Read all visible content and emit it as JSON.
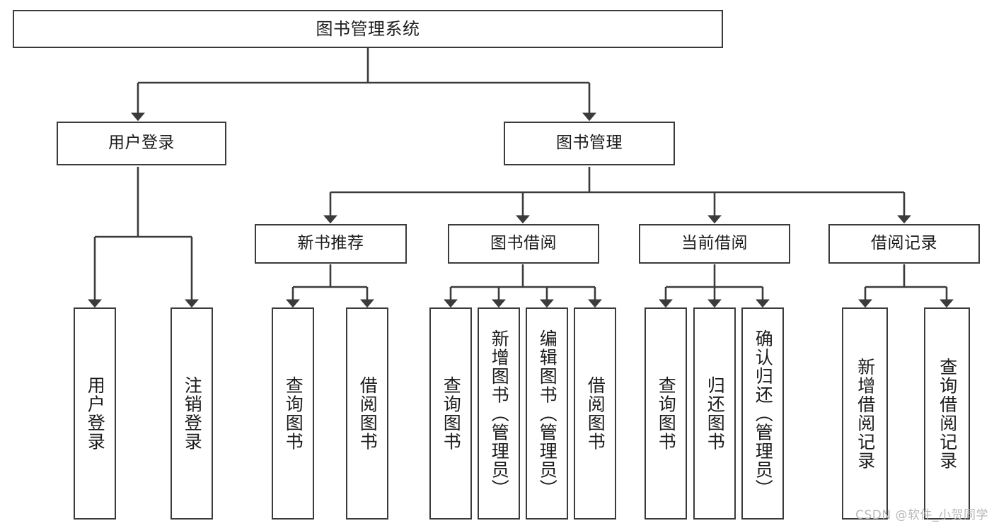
{
  "diagram": {
    "title": "图书管理系统",
    "type": "tree",
    "orientation": "top-down",
    "stroke_color": "#3b3b3b",
    "fill_color": "#ffffff",
    "text_color": "#1c1c1c"
  },
  "nodes": {
    "root": {
      "label": "图书管理系统"
    },
    "level2": [
      {
        "label": "用户登录"
      },
      {
        "label": "图书管理"
      }
    ],
    "level3": [
      {
        "label": "新书推荐"
      },
      {
        "label": "图书借阅"
      },
      {
        "label": "当前借阅"
      },
      {
        "label": "借阅记录"
      }
    ],
    "leaves": {
      "user_login": [
        {
          "label": "用户登录"
        },
        {
          "label": "注销登录"
        }
      ],
      "new_book": [
        {
          "label": "查询图书"
        },
        {
          "label": "借阅图书"
        }
      ],
      "book_borrow": [
        {
          "label": "查询图书"
        },
        {
          "label": "新增图书（管理员）"
        },
        {
          "label": "编辑图书（管理员）"
        },
        {
          "label": "借阅图书"
        }
      ],
      "current_borrow": [
        {
          "label": "查询图书"
        },
        {
          "label": "归还图书"
        },
        {
          "label": "确认归还（管理员）"
        }
      ],
      "borrow_record": [
        {
          "label": "新增借阅记录"
        },
        {
          "label": "查询借阅记录"
        }
      ]
    }
  },
  "watermark": {
    "text": "CSDN @软件_小贺同学"
  }
}
